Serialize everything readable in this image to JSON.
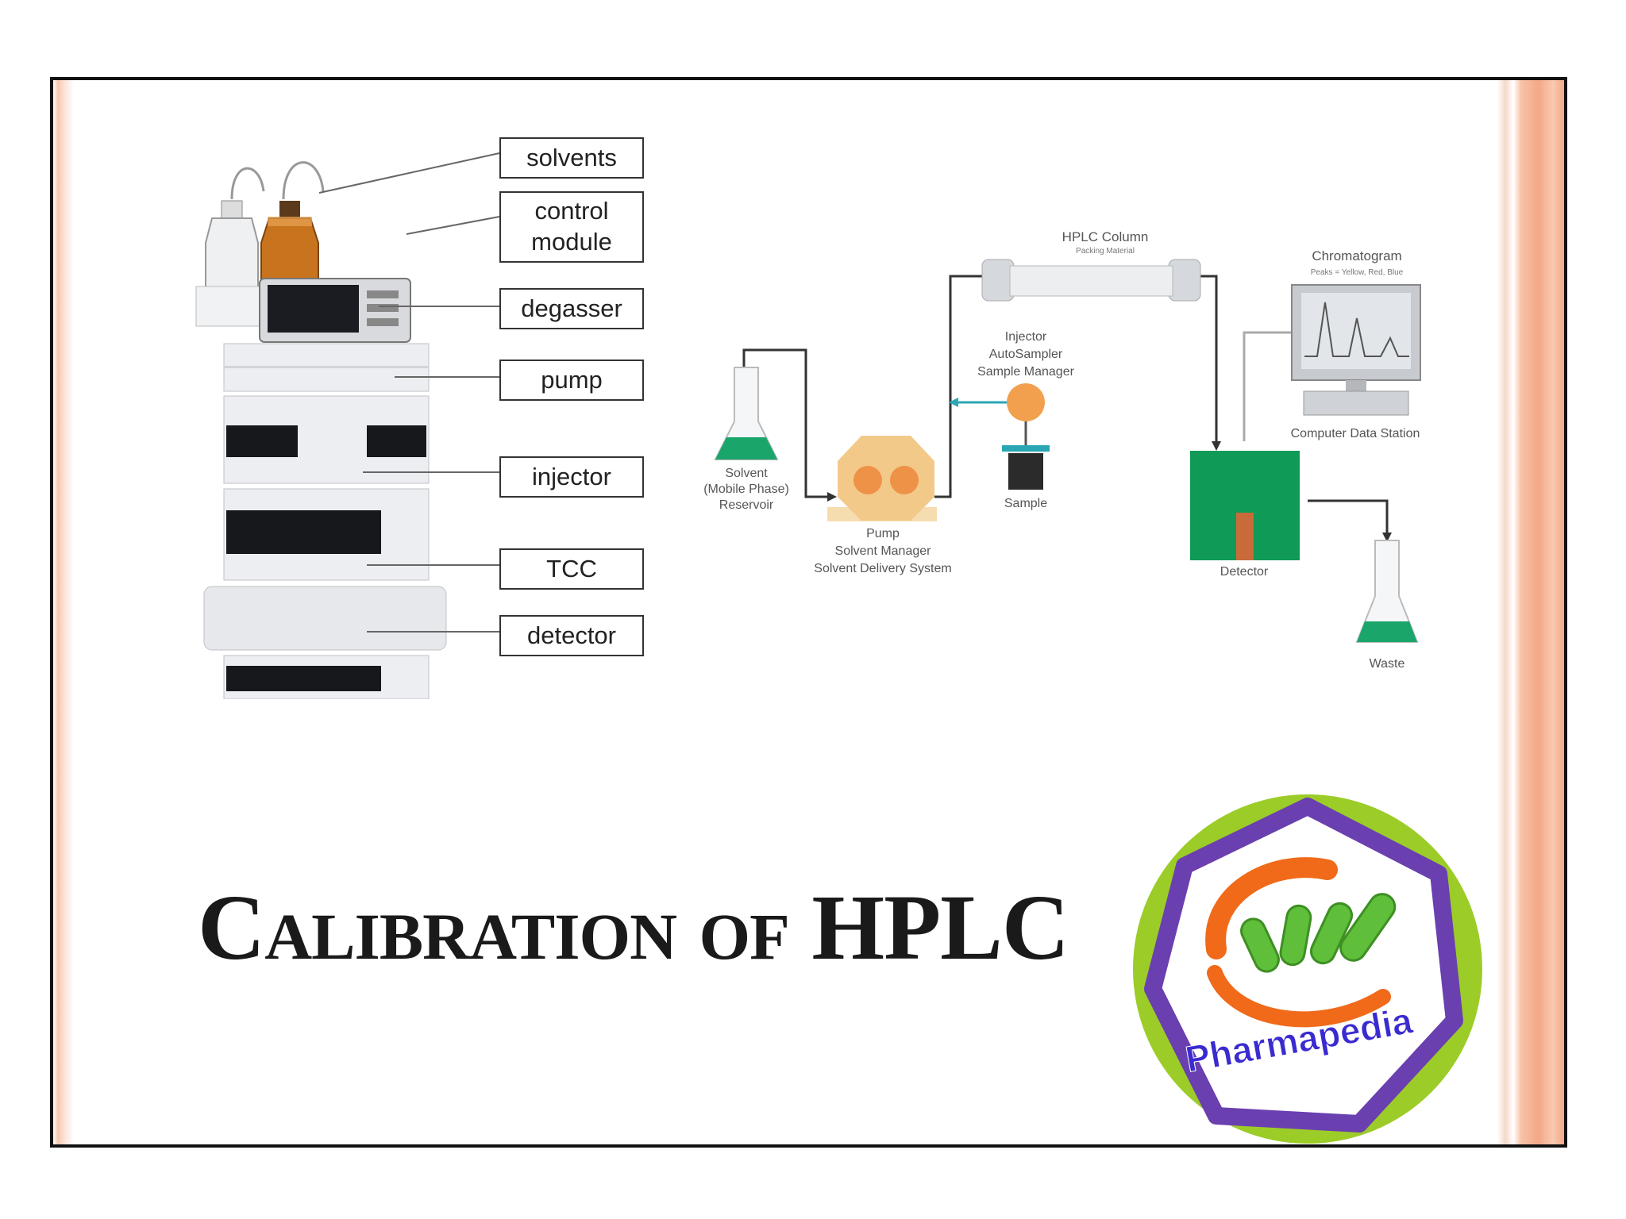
{
  "component_labels": {
    "solvents": "solvents",
    "control_module": "control module",
    "degasser": "degasser",
    "pump": "pump",
    "injector": "injector",
    "tcc": "TCC",
    "detector": "detector"
  },
  "flow_diagram": {
    "column_title": "HPLC Column",
    "column_subtitle": "Packing Material",
    "reservoir_l1": "Solvent",
    "reservoir_l2": "(Mobile Phase)",
    "reservoir_l3": "Reservoir",
    "pump_l1": "Pump",
    "pump_l2": "Solvent Manager",
    "pump_l3": "Solvent Delivery System",
    "injector_l1": "Injector",
    "injector_l2": "AutoSampler",
    "injector_l3": "Sample Manager",
    "sample": "Sample",
    "detector": "Detector",
    "waste": "Waste",
    "chromatogram_title": "Chromatogram",
    "chromatogram_subtitle": "Peaks = Yellow, Red, Blue",
    "computer": "Computer Data Station"
  },
  "title": "Calibration of HPLC",
  "logo_text": "Pharmapedia",
  "colors": {
    "liquid_green": "#1aa66a",
    "detector_green": "#0f9a57",
    "pump_orange": "#f3c98a",
    "logo_purple": "#6a3fb0",
    "logo_lime": "#9ccc28",
    "logo_orange": "#f06a1a"
  }
}
